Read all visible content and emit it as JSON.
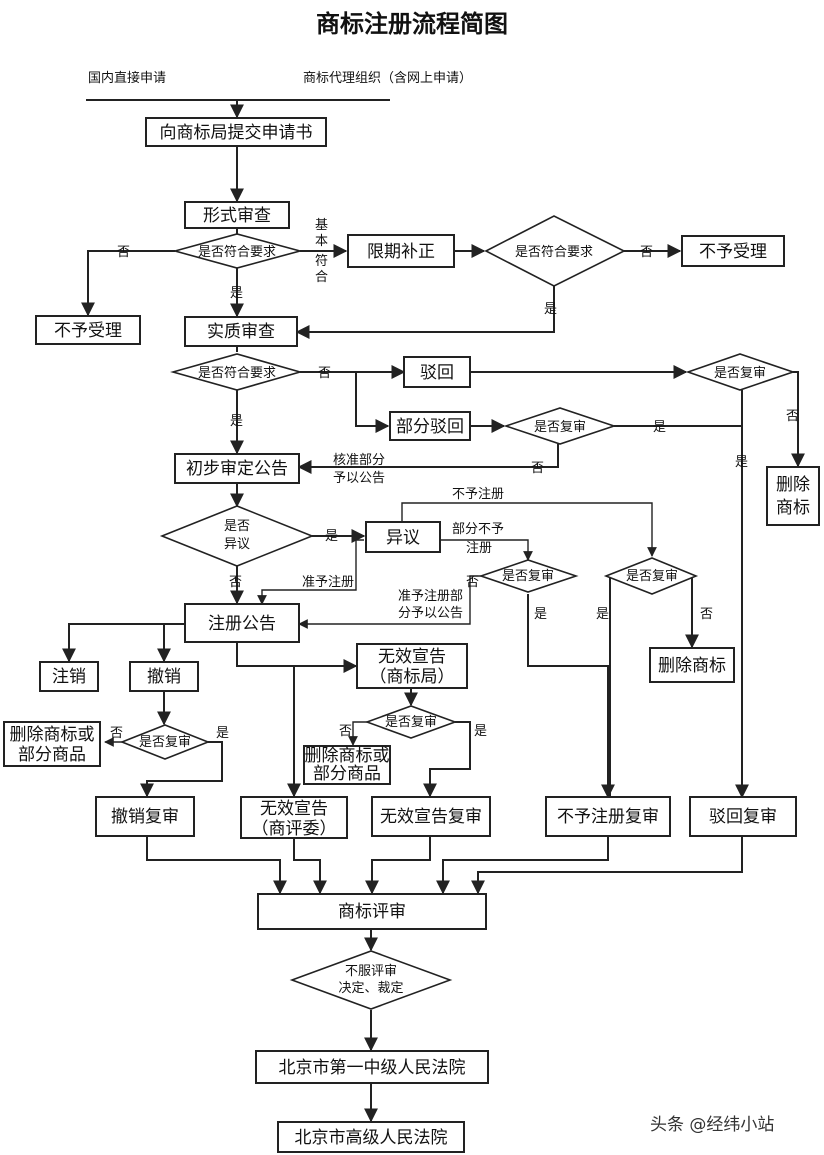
{
  "title": "商标注册流程简图",
  "sources": {
    "domestic": "国内直接申请",
    "agency": "商标代理组织（含网上申请）"
  },
  "nodes": {
    "submit": "向商标局提交申请书",
    "formal_review": "形式审查",
    "q1": "是否符合要求",
    "reject_left": "不予受理",
    "correction": "限期补正",
    "q2": "是否符合要求",
    "reject_right": "不予受理",
    "substantive": "实质审查",
    "q3": "是否符合要求",
    "bohui": "驳回",
    "partial_bohui": "部分驳回",
    "q_review_top": "是否复审",
    "q_review_mid": "是否复审",
    "delete_mark_top": [
      "删除",
      "商标"
    ],
    "prelim": "初步审定公告",
    "q_objection": [
      "是否",
      "异议"
    ],
    "objection": "异议",
    "q_review_a": "是否复审",
    "q_review_b": "是否复审",
    "delete_mark_mid": "删除商标",
    "reg_announce": "注册公告",
    "cancel": "注销",
    "revoke": "撤销",
    "invalid_office": [
      "无效宣告",
      "（商标局）"
    ],
    "q_review_revoke": "是否复审",
    "q_review_invalid": "是否复审",
    "delete_partial_left": [
      "删除商标或",
      "部分商品"
    ],
    "delete_partial_mid": [
      "删除商标或",
      "部分商品"
    ],
    "revoke_review": "撤销复审",
    "invalid_board": [
      "无效宣告",
      "（商评委）"
    ],
    "invalid_review": "无效宣告复审",
    "noreg_review": "不予注册复审",
    "bohui_review": "驳回复审",
    "tm_review": "商标评审",
    "q_dissatisfied": [
      "不服评审",
      "决定、裁定"
    ],
    "court1": "北京市第一中级人民法院",
    "court2": "北京市高级人民法院"
  },
  "labels": {
    "no1": "否",
    "basic": [
      "基",
      "本",
      "符",
      "合"
    ],
    "yes1": "是",
    "no2": "否",
    "yes2": "是",
    "no3": "否",
    "yes3": "是",
    "yes_top": "是",
    "no_top": "否",
    "yes_top2": "是",
    "yes_mid": "是",
    "no_mid": "否",
    "approve_part": [
      "核准部分",
      "予以公告"
    ],
    "yes_obj": "是",
    "no_obj": "否",
    "noreg": "不予注册",
    "partial_noreg": [
      "部分不予",
      "注册"
    ],
    "approve_reg": "准予注册",
    "approve_reg_part": [
      "准予注册部",
      "分予以公告"
    ],
    "no_a": "否",
    "yes_a": "是",
    "yes_b": "是",
    "no_b": "否",
    "no_rv": "否",
    "yes_rv": "是",
    "no_iv": "否",
    "yes_iv": "是"
  },
  "watermark": "头条 @经纬小站"
}
